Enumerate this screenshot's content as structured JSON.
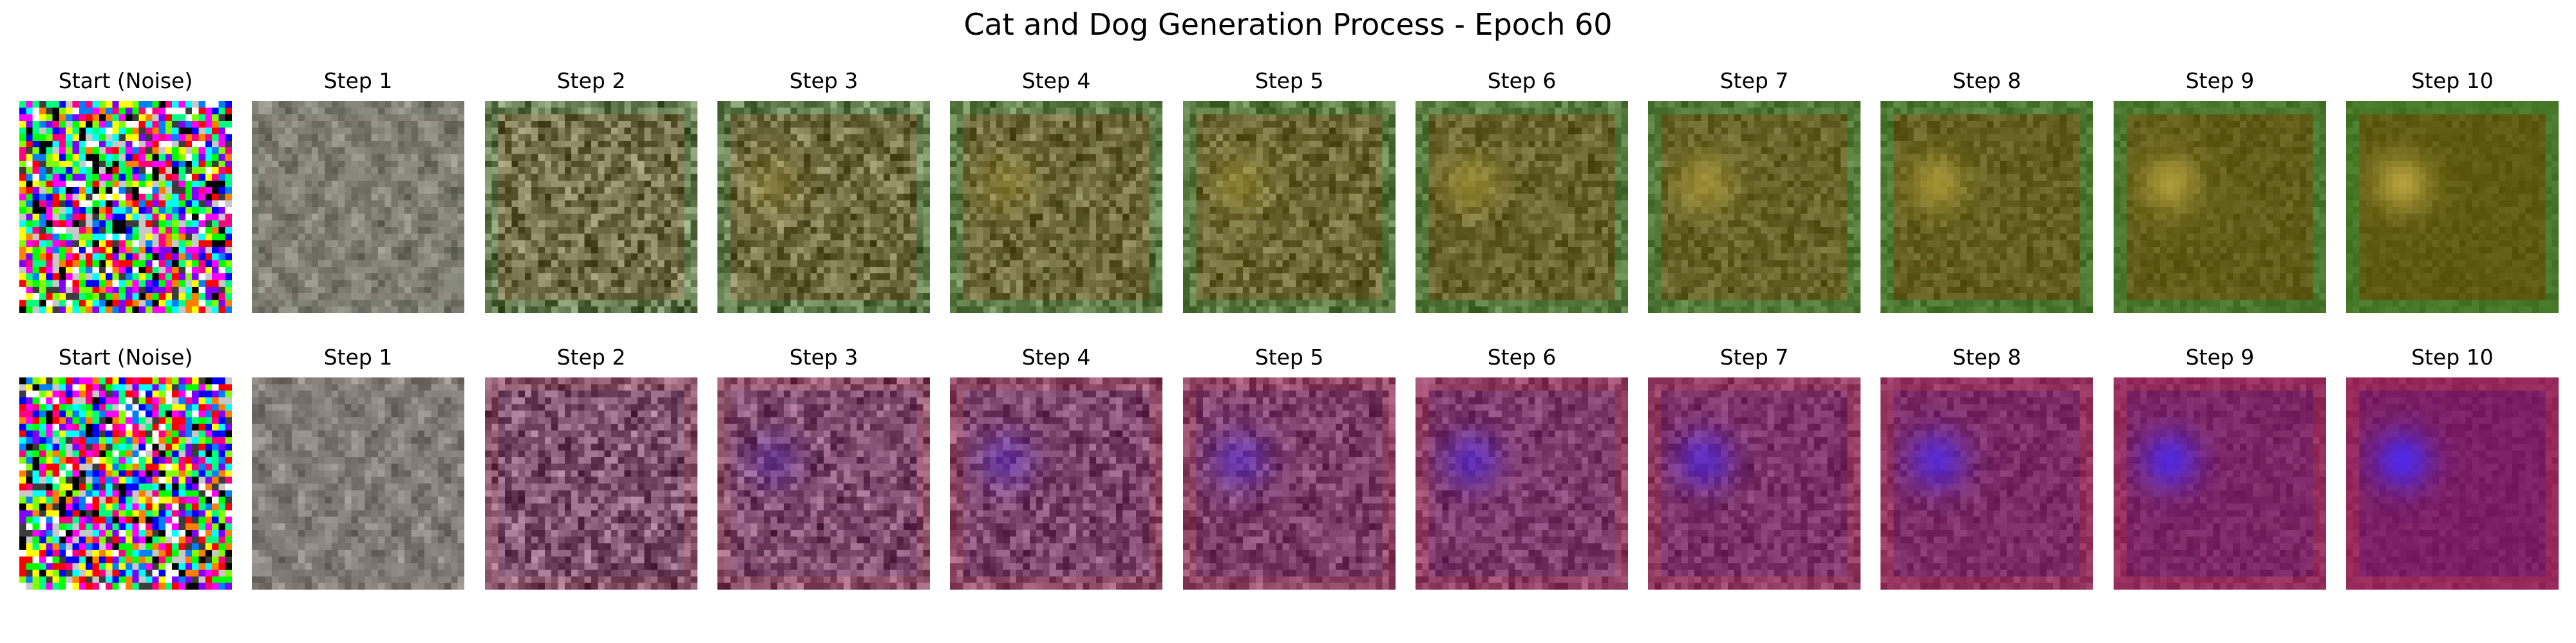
{
  "figure_title": "Cat and Dog Generation Process - Epoch 60",
  "rows": [
    {
      "panels": [
        "Start (Noise)",
        "Step 1",
        "Step 2",
        "Step 3",
        "Step 4",
        "Step 5",
        "Step 6",
        "Step 7",
        "Step 8",
        "Step 9",
        "Step 10"
      ],
      "tint": "#5f5a12"
    },
    {
      "panels": [
        "Start (Noise)",
        "Step 1",
        "Step 2",
        "Step 3",
        "Step 4",
        "Step 5",
        "Step 6",
        "Step 7",
        "Step 8",
        "Step 9",
        "Step 10"
      ],
      "tint": "#7a1f64"
    }
  ]
}
